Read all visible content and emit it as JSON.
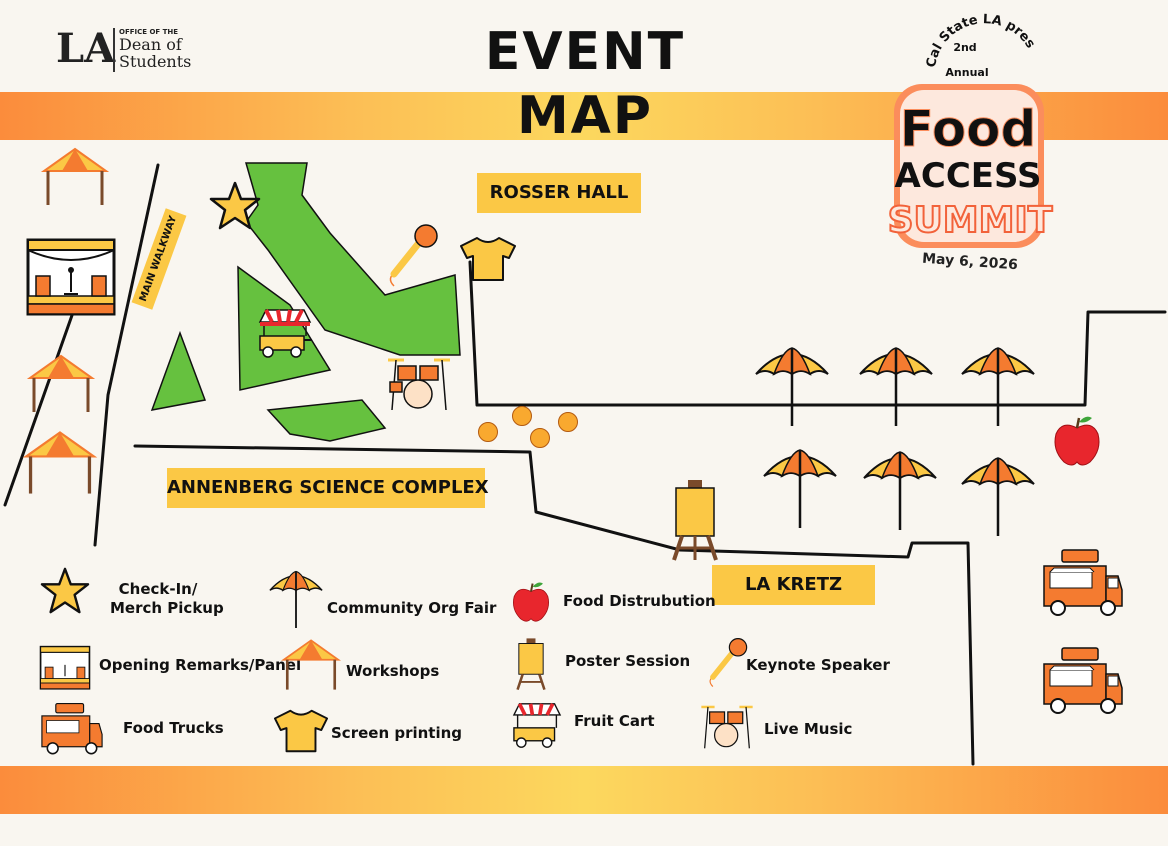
{
  "title": "EVENT MAP",
  "logo": {
    "mark": "LA",
    "small": "OFFICE OF THE",
    "line1": "Dean of",
    "line2": "Students"
  },
  "badge": {
    "arc_text": "Cal State LA presents",
    "line_2nd": "2nd",
    "line_annual": "Annual",
    "word1": "Food",
    "word2": "ACCESS",
    "word3": "SUMMIT",
    "date": "May 6, 2026"
  },
  "buildings": {
    "rosser": "ROSSER HALL",
    "annenberg": "ANNENBERG SCIENCE COMPLEX",
    "kretz": "LA KRETZ",
    "walkway": "MAIN WALKWAY"
  },
  "legend": {
    "checkin": "Check-In/",
    "checkin2": "Merch Pickup",
    "opening": "Opening Remarks/Panel",
    "trucks": "Food Trucks",
    "orgfair": "Community Org Fair",
    "workshops": "Workshops",
    "screen": "Screen printing",
    "fooddist": "Food Distrubution",
    "poster": "Poster Session",
    "fruit": "Fruit Cart",
    "keynote": "Keynote Speaker",
    "music": "Live Music"
  },
  "colors": {
    "orange": "#f47b30",
    "yellow": "#fbc845",
    "green": "#66c13f",
    "red": "#e8262d",
    "dark": "#111111"
  }
}
